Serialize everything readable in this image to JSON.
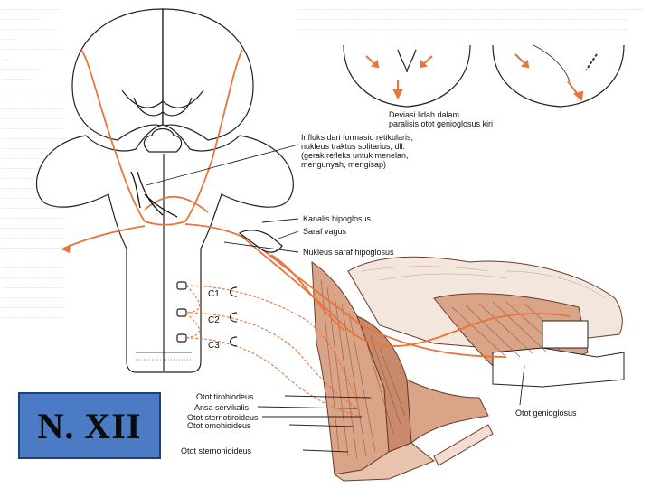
{
  "title_badge": "N. XII",
  "labels": {
    "deviasi": "Deviasi lidah dalam\nparalisis otot genioglosus kiri",
    "influks": "Influks dari formasio retikularis,\nnukleus traktus solitarius, dll.\n(gerak refleks untuk menelan,\nmengunyah, mengisap)",
    "kanalis": "Kanalis hipoglosus",
    "vagus": "Saraf vagus",
    "nukleus": "Nukleus saraf hipoglosus",
    "tirohioideus": "Otot tirohiodeus",
    "ansa": "Ansa servikalis",
    "sternotiroideus": "Otot sternotiroideus",
    "omohioideus": "Otot omohioideus",
    "sternohioideus": "Otot sternohioideus",
    "genioglosus": "Otot genioglosus"
  },
  "cervical": {
    "c1": "C1",
    "c2": "C2",
    "c3": "C3"
  },
  "colors": {
    "nerve": "#e8743b",
    "badge": "#4a7bc4",
    "muscle": "#c98a6c",
    "line": "#222222"
  }
}
